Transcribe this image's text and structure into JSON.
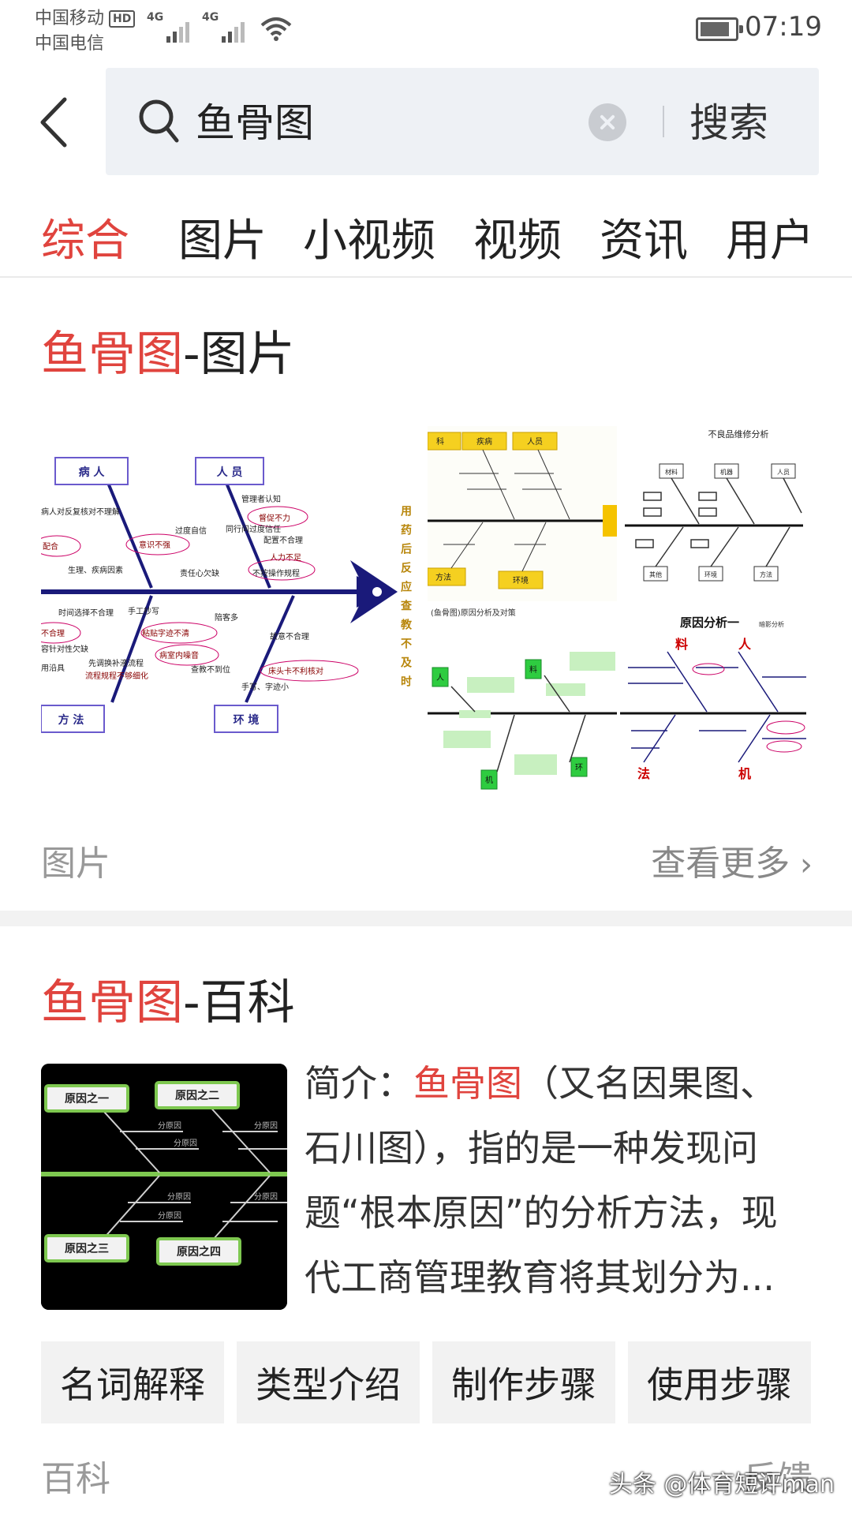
{
  "status_bar": {
    "carrier_1": "中国移动",
    "hd_badge": "HD",
    "carrier_2": "中国电信",
    "network_1": "4G",
    "network_2": "4G",
    "time": "07:19"
  },
  "search": {
    "query": "鱼骨图",
    "submit_label": "搜索"
  },
  "tabs": [
    {
      "label": "综合",
      "active": true
    },
    {
      "label": "图片",
      "active": false
    },
    {
      "label": "小视频",
      "active": false
    },
    {
      "label": "视频",
      "active": false
    },
    {
      "label": "资讯",
      "active": false
    },
    {
      "label": "用户",
      "active": false
    }
  ],
  "images_section": {
    "title_keyword": "鱼骨图",
    "title_suffix": "-图片",
    "source_label": "图片",
    "more_label": "查看更多",
    "main_image": {
      "boxes": [
        "病 人",
        "人 员",
        "方 法",
        "环 境"
      ],
      "side_text": "用药后反应查教不及时",
      "causes": [
        "管理者认知",
        "督促不力",
        "同行间过度信任",
        "过度自信",
        "配置不合理",
        "意识不强",
        "人力不足",
        "责任心欠缺",
        "不按操作规程",
        "生理、疾病因素",
        "病人对反复核对不理解",
        "配合",
        "时间选择不合理",
        "手工抄写",
        "不合理",
        "粘贴字迹不清",
        "病室内噪音",
        "陪客多",
        "故意不合理",
        "床头卡不利核对",
        "查教不到位",
        "手写、字迹小",
        "先调换补液流程",
        "流程规程不够细化",
        "容针对性欠缺",
        "用沿具"
      ]
    },
    "tile_1": {
      "boxes": [
        "科",
        "疾病",
        "人员",
        "方法",
        "环境"
      ]
    },
    "tile_2": {
      "title": "不良品维修分析",
      "boxes": [
        "材料",
        "机器",
        "人员",
        "其他",
        "环境",
        "方法"
      ]
    },
    "tile_3": {
      "title": "(鱼骨图)原因分析及对策",
      "boxes": [
        "人",
        "料",
        "机",
        "环"
      ]
    },
    "tile_4": {
      "title": "原因分析一",
      "subtitle": "暗影分析",
      "labels": [
        "料",
        "人",
        "法",
        "机"
      ]
    }
  },
  "baike_section": {
    "title_keyword": "鱼骨图",
    "title_suffix": "-百科",
    "thumb": {
      "boxes": [
        "原因之一",
        "原因之二",
        "原因之三",
        "原因之四"
      ],
      "sub": [
        "分原因",
        "分原因",
        "分原因",
        "分原因",
        "分原因",
        "分原因"
      ]
    },
    "intro_prefix": "简介：",
    "intro_keyword": "鱼骨图",
    "intro_rest": "（又名因果图、石川图），指的是一种发现问题“根本原因”的分析方法，现代工商管理教育将其划分为...",
    "chips": [
      "名词解释",
      "类型介绍",
      "制作步骤",
      "使用步骤"
    ],
    "source_label": "百科",
    "feedback_label": "反馈"
  },
  "watermark": "头条 @体育短评man",
  "colors": {
    "accent": "#e0443e",
    "search_bg": "#eef1f5",
    "chip_bg": "#f2f2f2"
  }
}
